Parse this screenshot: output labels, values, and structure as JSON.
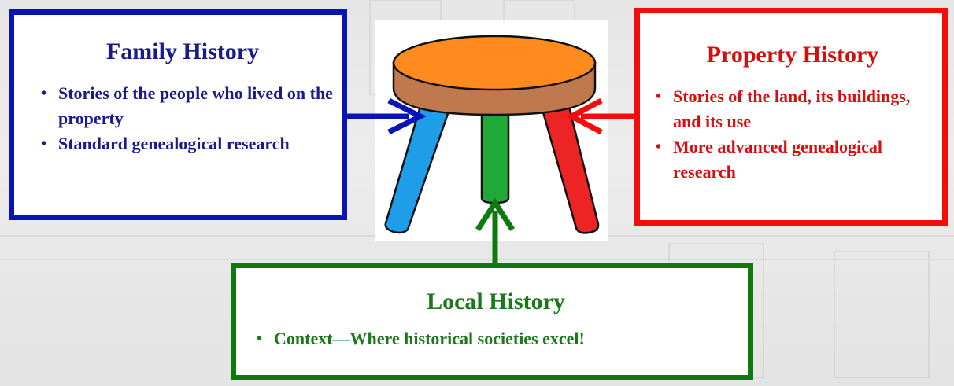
{
  "colors": {
    "family": "#0a14b4",
    "property": "#f20d0d",
    "local": "#0d7a0d",
    "seat_top": "#ff8a1e",
    "seat_side": "#c0794f",
    "leg_left": "#1e9ee8",
    "leg_middle": "#20a838",
    "leg_right": "#ec2424"
  },
  "family_history": {
    "title": "Family History",
    "bullets": [
      "Stories of the people who lived on the property",
      "Standard genealogical research"
    ]
  },
  "property_history": {
    "title": "Property History",
    "bullets": [
      "Stories of the land, its buildings, and its use",
      "More advanced genealogical research"
    ]
  },
  "local_history": {
    "title": "Local History",
    "bullets": [
      "Context—Where historical societies excel!"
    ]
  },
  "icons": {
    "stool": "three-legged-stool-icon",
    "arrows": [
      "arrow-right-icon",
      "arrow-left-icon",
      "arrow-up-icon"
    ]
  }
}
